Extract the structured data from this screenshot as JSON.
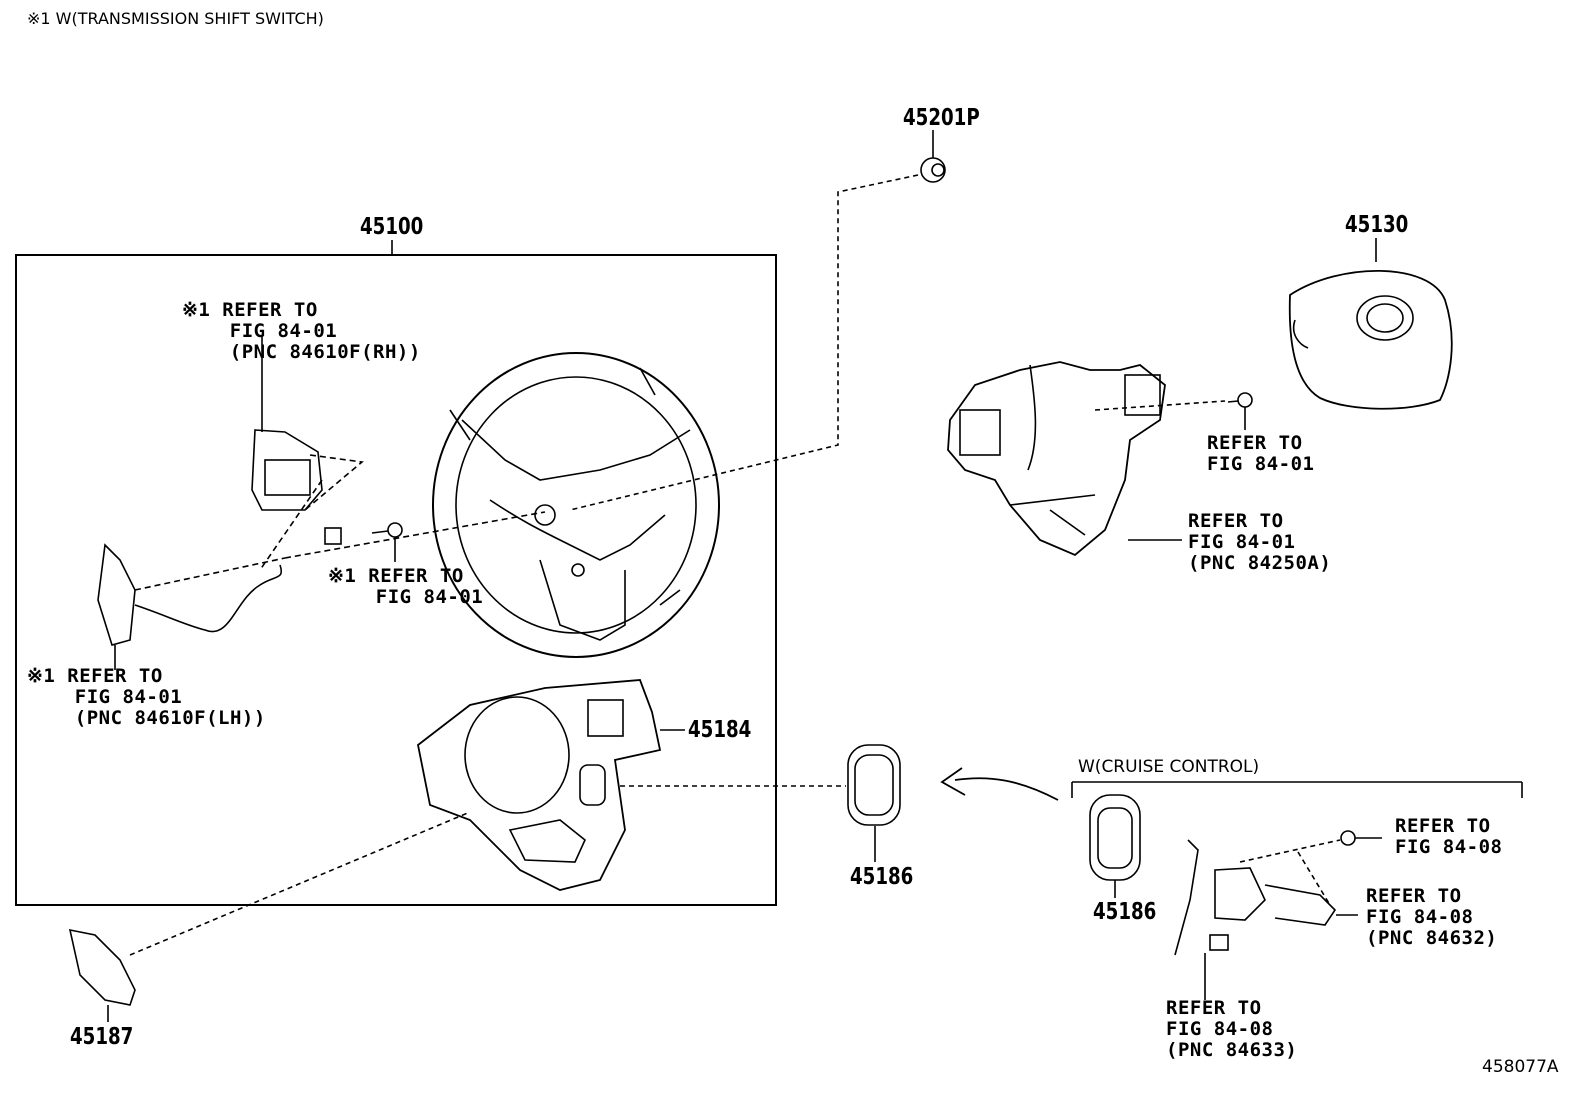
{
  "header_note": "※1 W(TRANSMISSION SHIFT SWITCH)",
  "diagram_id": "458077A",
  "cruise_group_label": "W(CRUISE CONTROL)",
  "parts": {
    "p45100": "45100",
    "p45201P": "45201P",
    "p45130": "45130",
    "p45184": "45184",
    "p45186a": "45186",
    "p45186b": "45186",
    "p45187": "45187"
  },
  "refs": {
    "ref_shift_rh": [
      "※1 REFER TO",
      "    FIG 84-01",
      "    (PNC 84610F(RH))"
    ],
    "ref_shift_screw": [
      "※1 REFER TO",
      "    FIG 84-01"
    ],
    "ref_shift_lh": [
      "※1 REFER TO",
      "    FIG 84-01",
      "    (PNC 84610F(LH))"
    ],
    "ref_bolt_airbag": [
      "REFER TO",
      "FIG 84-01"
    ],
    "ref_steering_switch": [
      "REFER TO",
      "FIG 84-01",
      "(PNC 84250A)"
    ],
    "ref_cc_screw": [
      "REFER TO",
      "FIG 84-08"
    ],
    "ref_cc_switch": [
      "REFER TO",
      "FIG 84-08",
      "(PNC 84632)"
    ],
    "ref_cc_harness": [
      "REFER TO",
      "FIG 84-08",
      "(PNC 84633)"
    ]
  }
}
